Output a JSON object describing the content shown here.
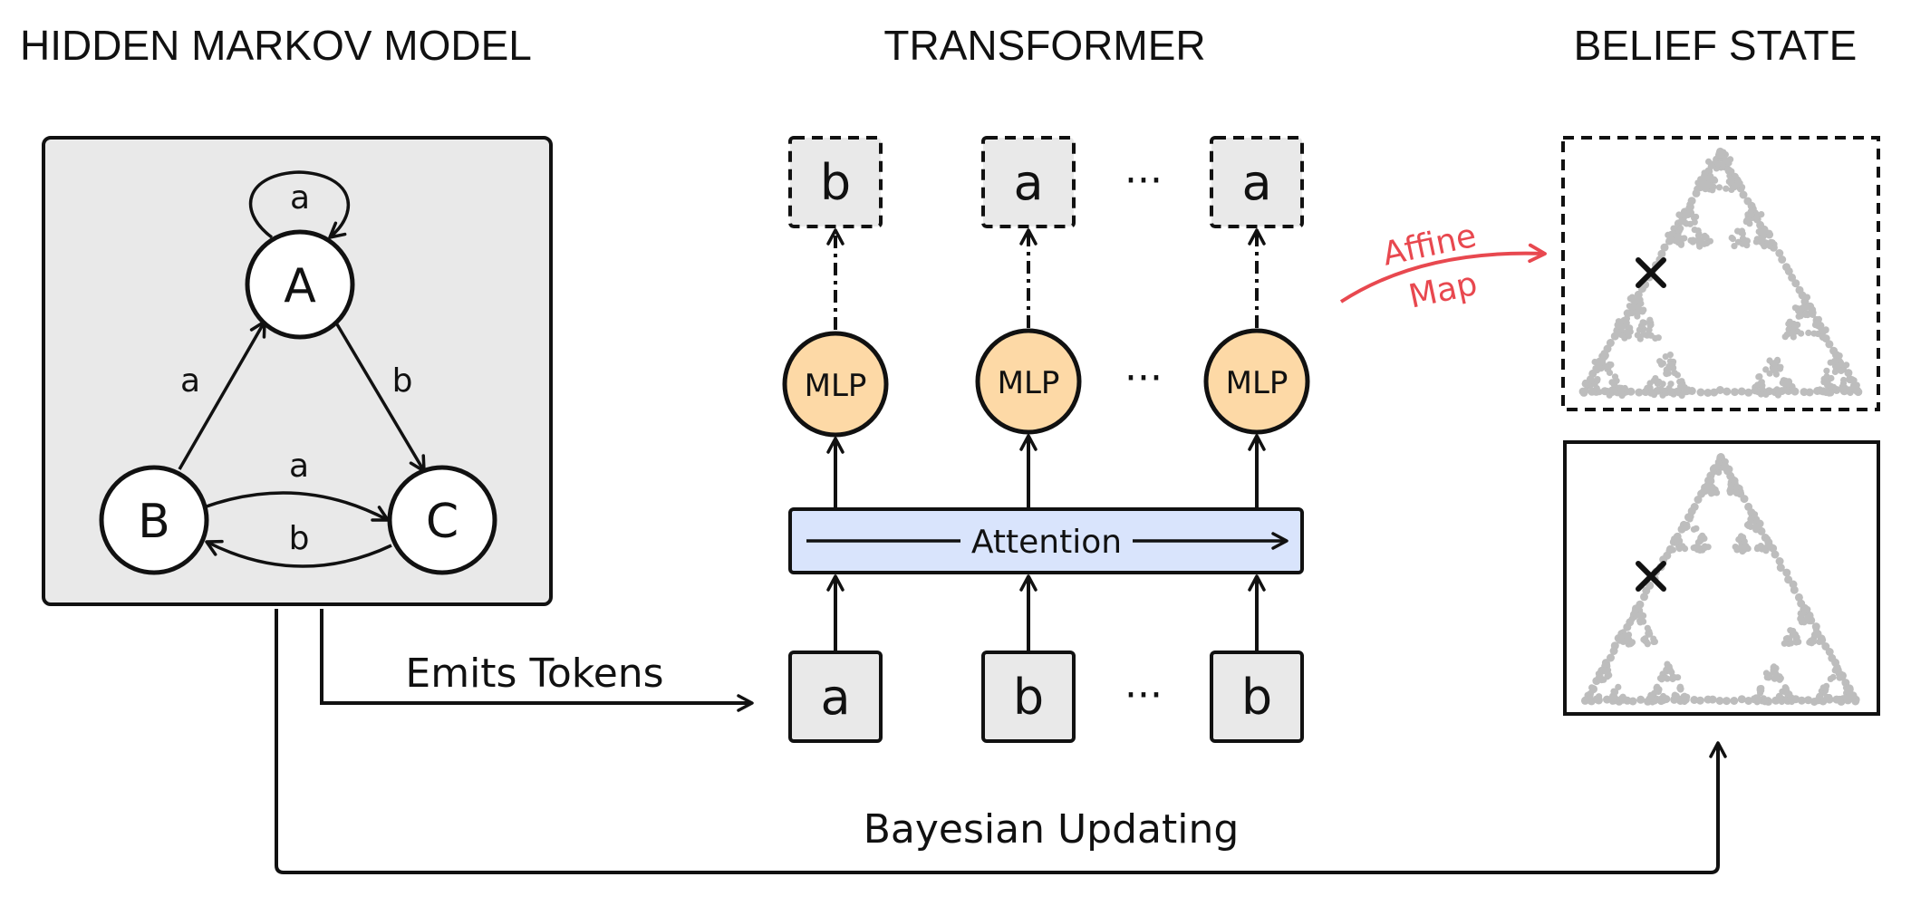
{
  "headings": {
    "hmm": "HIDDEN MARKOV MODEL",
    "transformer": "TRANSFORMER",
    "belief": "BELIEF STATE"
  },
  "hmm": {
    "states": [
      "A",
      "B",
      "C"
    ],
    "edges": {
      "self_a": "a",
      "b_to_a": "a",
      "a_to_c": "b",
      "b_to_c": "a",
      "c_to_b": "b"
    }
  },
  "transformer": {
    "outputs": [
      "b",
      "a",
      "a"
    ],
    "inputs": [
      "a",
      "b",
      "b"
    ],
    "mlp_label": "MLP",
    "attention_label": "Attention",
    "ellipsis": "···"
  },
  "flows": {
    "emits": "Emits Tokens",
    "bayesian": "Bayesian Updating",
    "affine_line1": "Affine",
    "affine_line2": "Map"
  },
  "colors": {
    "hmm_bg": "#e9e9e9",
    "mlp_fill": "#fdd9a6",
    "attention_fill": "#d9e4fc",
    "token_fill": "#e9e9e9",
    "affine": "#e8484f",
    "scatter": "#bdbdbd"
  }
}
